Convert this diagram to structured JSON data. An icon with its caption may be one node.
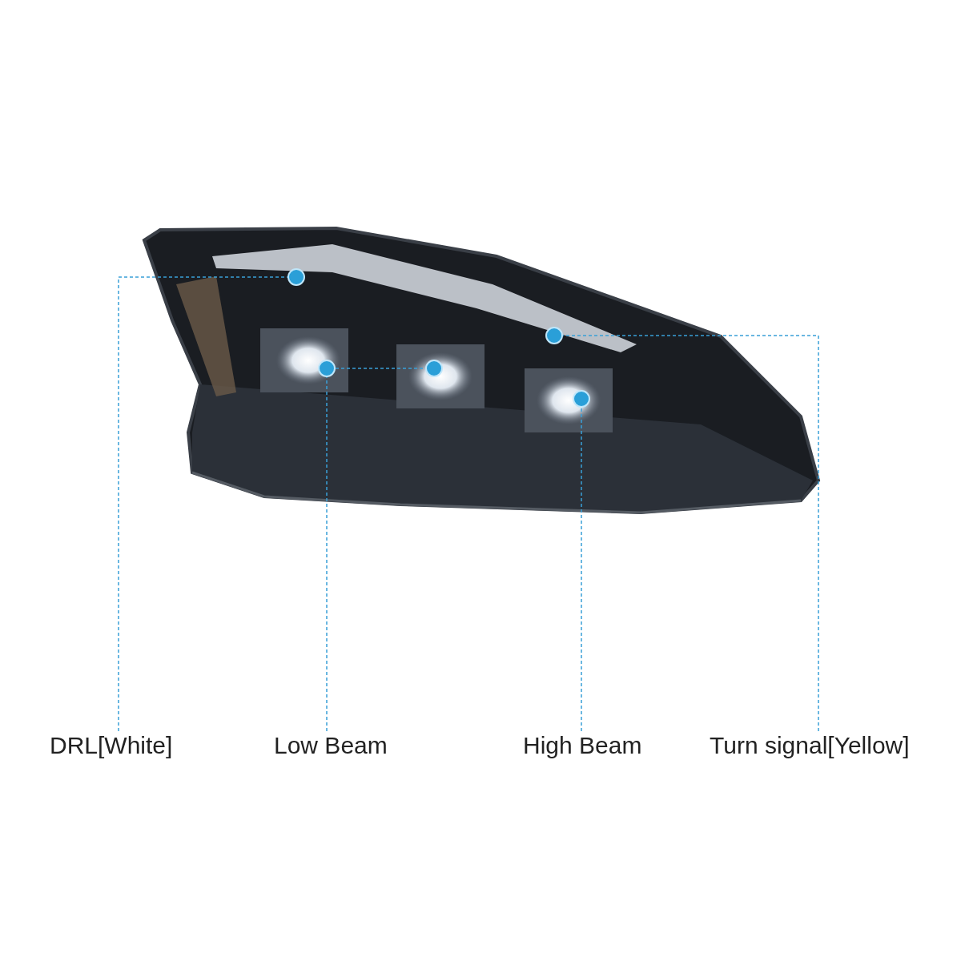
{
  "diagram": {
    "nodes": [
      {
        "text": [],
        "shape": "picture"
      },
      {
        "text": [],
        "shape": "circle",
        "in": 0
      },
      {
        "text": [],
        "shape": "circle",
        "in": 0
      },
      {
        "text": [],
        "shape": "circle",
        "in": 0
      },
      {
        "text": [],
        "shape": "circle",
        "in": 0
      },
      {
        "text": [],
        "shape": "circle",
        "in": 0
      },
      {
        "text": [
          "DRL[White]"
        ]
      },
      {
        "text": [
          "Low Beam"
        ]
      },
      {
        "text": [
          "High Beam"
        ]
      },
      {
        "text": [
          "Turn signal[Yellow]"
        ]
      }
    ],
    "edges": [
      {
        "from": 6,
        "to": 1,
        "arrow": "none",
        "style": "dashed"
      },
      {
        "from": 7,
        "to": 2,
        "arrow": "none",
        "style": "dashed"
      },
      {
        "from": 2,
        "to": 3,
        "arrow": "none",
        "style": "dashed"
      },
      {
        "from": 8,
        "to": 5,
        "arrow": "none",
        "style": "dashed"
      },
      {
        "from": 9,
        "to": 4,
        "arrow": "none",
        "style": "dashed"
      }
    ]
  }
}
